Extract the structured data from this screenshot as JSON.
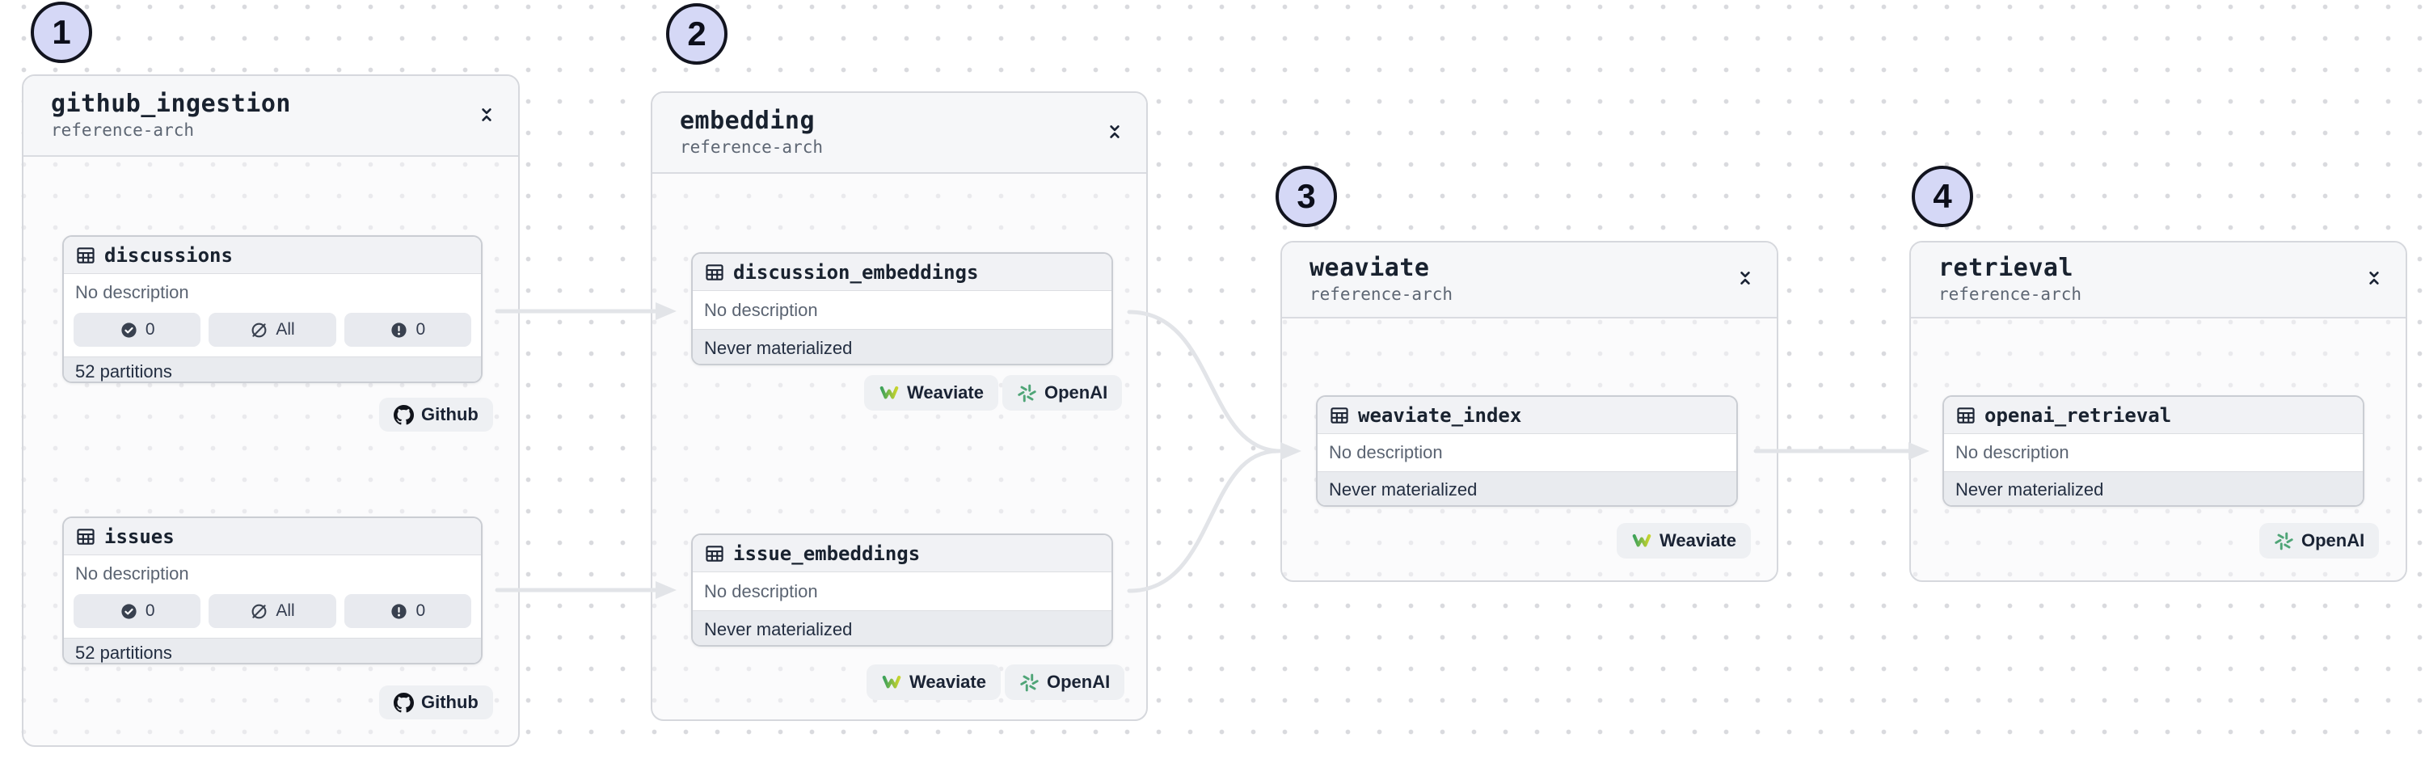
{
  "page": {
    "background": "#ffffff",
    "dot_color": "#d9dade",
    "edge_color": "#e2e4e8",
    "marker_fill": "#d5d8f6",
    "marker_border": "#12141f"
  },
  "markers": [
    {
      "label": "1"
    },
    {
      "label": "2"
    },
    {
      "label": "3"
    },
    {
      "label": "4"
    }
  ],
  "groups": [
    {
      "title": "github_ingestion",
      "subtitle": "reference-arch"
    },
    {
      "title": "embedding",
      "subtitle": "reference-arch"
    },
    {
      "title": "weaviate",
      "subtitle": "reference-arch"
    },
    {
      "title": "retrieval",
      "subtitle": "reference-arch"
    }
  ],
  "assets": {
    "discussions": {
      "name": "discussions",
      "description": "No description",
      "checks_count": "0",
      "materialized_label": "All",
      "failed_count": "0",
      "footer": "52 partitions"
    },
    "issues": {
      "name": "issues",
      "description": "No description",
      "checks_count": "0",
      "materialized_label": "All",
      "failed_count": "0",
      "footer": "52 partitions"
    },
    "discussion_embeddings": {
      "name": "discussion_embeddings",
      "description": "No description",
      "status": "Never materialized"
    },
    "issue_embeddings": {
      "name": "issue_embeddings",
      "description": "No description",
      "status": "Never materialized"
    },
    "weaviate_index": {
      "name": "weaviate_index",
      "description": "No description",
      "status": "Never materialized"
    },
    "openai_retrieval": {
      "name": "openai_retrieval",
      "description": "No description",
      "status": "Never materialized"
    }
  },
  "tags": {
    "github": "Github",
    "weaviate": "Weaviate",
    "openai": "OpenAI"
  }
}
